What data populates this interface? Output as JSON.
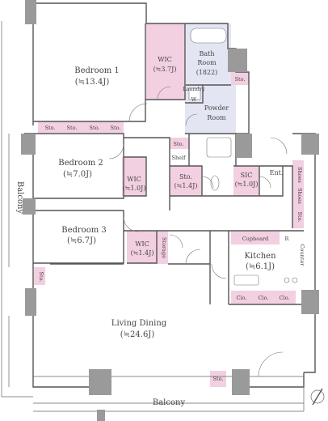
{
  "rooms": {
    "bedroom1": {
      "name": "Bedroom 1",
      "size": "(≒13.4J)"
    },
    "bedroom2": {
      "name": "Bedroom 2",
      "size": "(≒7.0J)"
    },
    "bedroom3": {
      "name": "Bedroom 3",
      "size": "(≒6.7J)"
    },
    "living": {
      "name": "Living Dining",
      "size": "(≒24.6J)"
    },
    "kitchen": {
      "name": "Kitchen",
      "size": "(≒6.1J)"
    },
    "bath": {
      "name1": "Bath",
      "name2": "Room",
      "size": "(1822)"
    },
    "powder": {
      "name1": "Powder",
      "name2": "Room"
    },
    "wic1": {
      "name": "WIC",
      "size": "(≒3.7J)"
    },
    "wic2": {
      "name": "WIC",
      "size": "(≒1.0J)"
    },
    "wic3": {
      "name": "WIC",
      "size": "(≒1.4J)"
    },
    "sto_hall": {
      "name": "Sto.",
      "size": "(≒1.4J)"
    },
    "sic": {
      "name": "SIC",
      "size": "(≒1.0J)"
    }
  },
  "labels": {
    "balcony_left": "Balcony",
    "balcony_bottom": "Balcony",
    "sto": "Sto.",
    "shelf": "Shelf",
    "laundry": "Laundry",
    "w": "W",
    "ent": "Ent.",
    "shoes": "Shoes",
    "storage": "Storage",
    "cupboard": "Cupboard",
    "r": "R",
    "counter": "Counter",
    "clo": "Clo."
  }
}
